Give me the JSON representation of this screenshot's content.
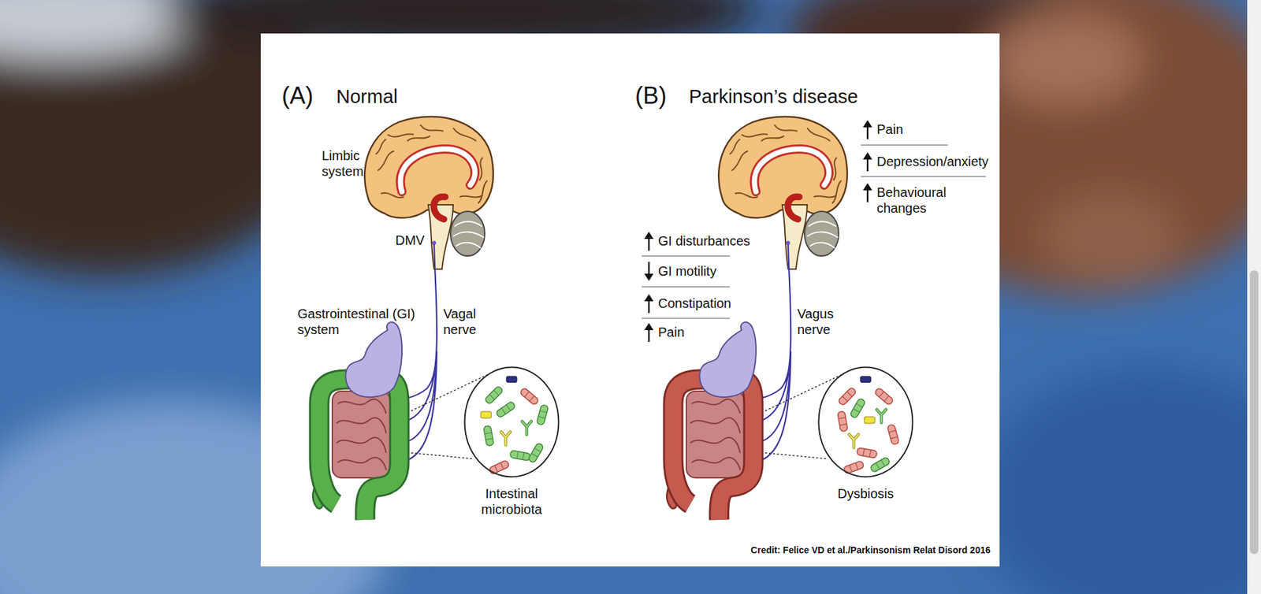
{
  "diagram": {
    "caption": "Credit: Felice VD et al./Parkinsonism Relat Disord 2016",
    "nodes": [
      {
        "text": [
          "Intestinal microbiota"
        ]
      },
      {
        "text": [
          "Dysbiosis"
        ]
      }
    ],
    "labels": [
      "(A)",
      "Normal",
      "Limbic system",
      "DMV",
      "Gastrointestinal (GI) system",
      "Vagal nerve",
      "(B)",
      "Parkinson’s disease",
      "Pain",
      "Depression/anxiety",
      "Behavioural changes",
      "GI disturbances",
      "GI motility",
      "Constipation",
      "Pain",
      "Vagus nerve"
    ]
  }
}
